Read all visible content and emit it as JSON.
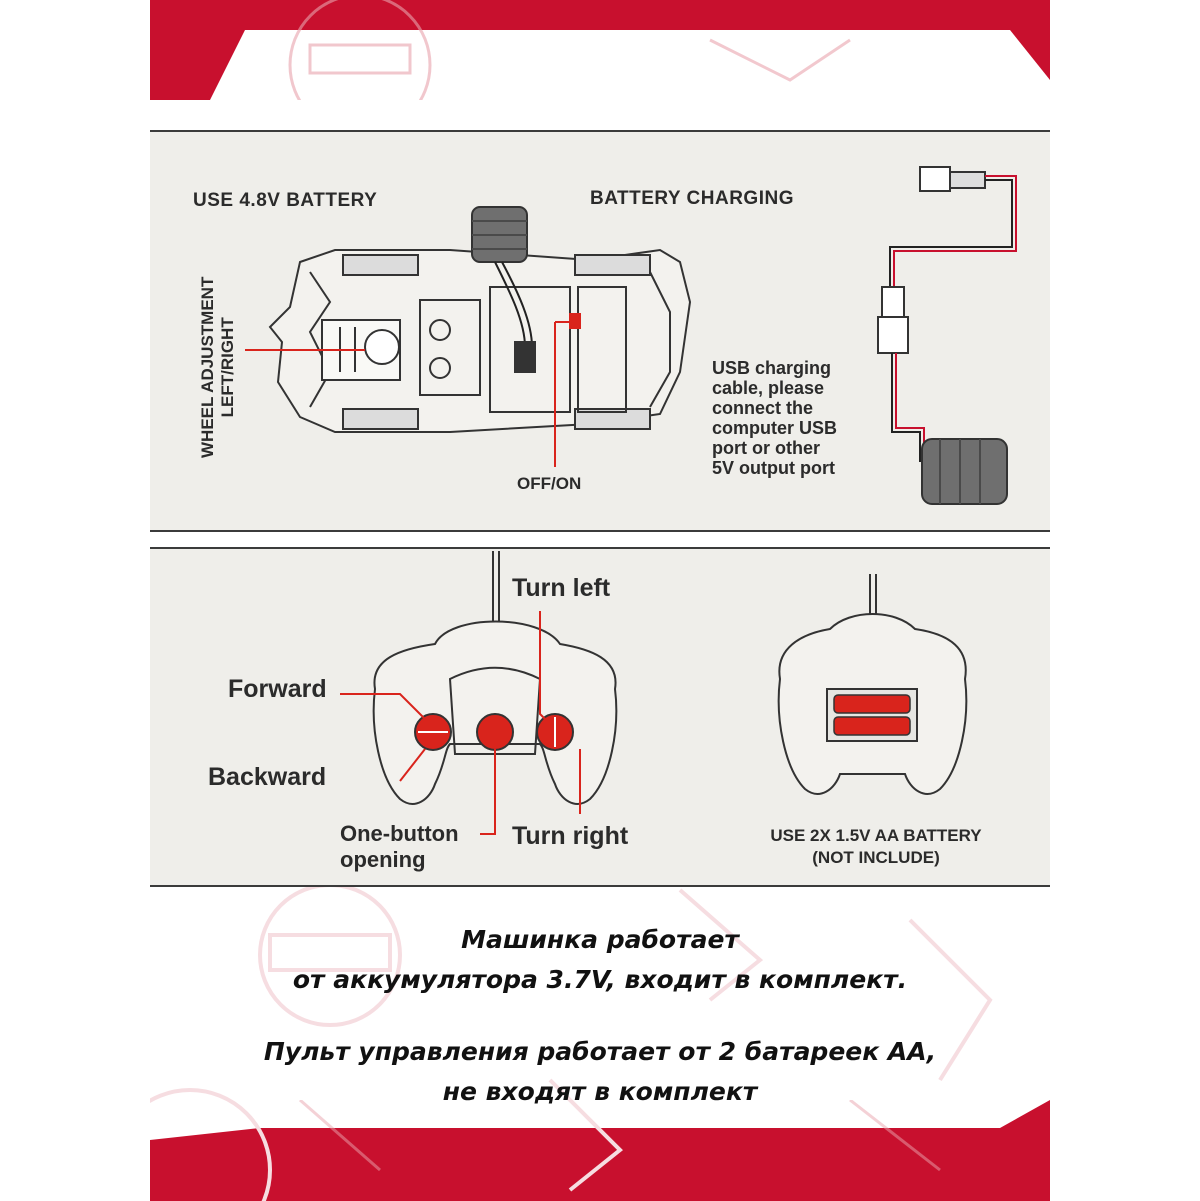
{
  "colors": {
    "brand_red": "#c8102e",
    "panel_bg": "#efeeea",
    "line": "#333333",
    "accent_red": "#d9241c"
  },
  "top_panel": {
    "battery_title": "USE 4.8V BATTERY",
    "charging_title": "BATTERY CHARGING",
    "wheel_adjust_line1": "WHEEL ADJUSTMENT",
    "wheel_adjust_line2": "LEFT/RIGHT",
    "switch_label": "OFF/ON",
    "usb_text": [
      "USB charging",
      "cable, please",
      "connect the",
      "computer USB",
      "port or other",
      "5V output port"
    ]
  },
  "bottom_panel": {
    "turn_left": "Turn left",
    "forward": "Forward",
    "backward": "Backward",
    "one_button_line1": "One-button",
    "one_button_line2": "opening",
    "turn_right": "Turn right",
    "remote_battery_line1": "USE 2X 1.5V AA BATTERY",
    "remote_battery_line2": "(NOT INCLUDE)"
  },
  "caption": {
    "line1": "Машинка работает",
    "line2": "от аккумулятора 3.7V, входит в комплект.",
    "line3": "Пульт управления работает от 2 батареек АА,",
    "line4": "не входят в комплект"
  }
}
